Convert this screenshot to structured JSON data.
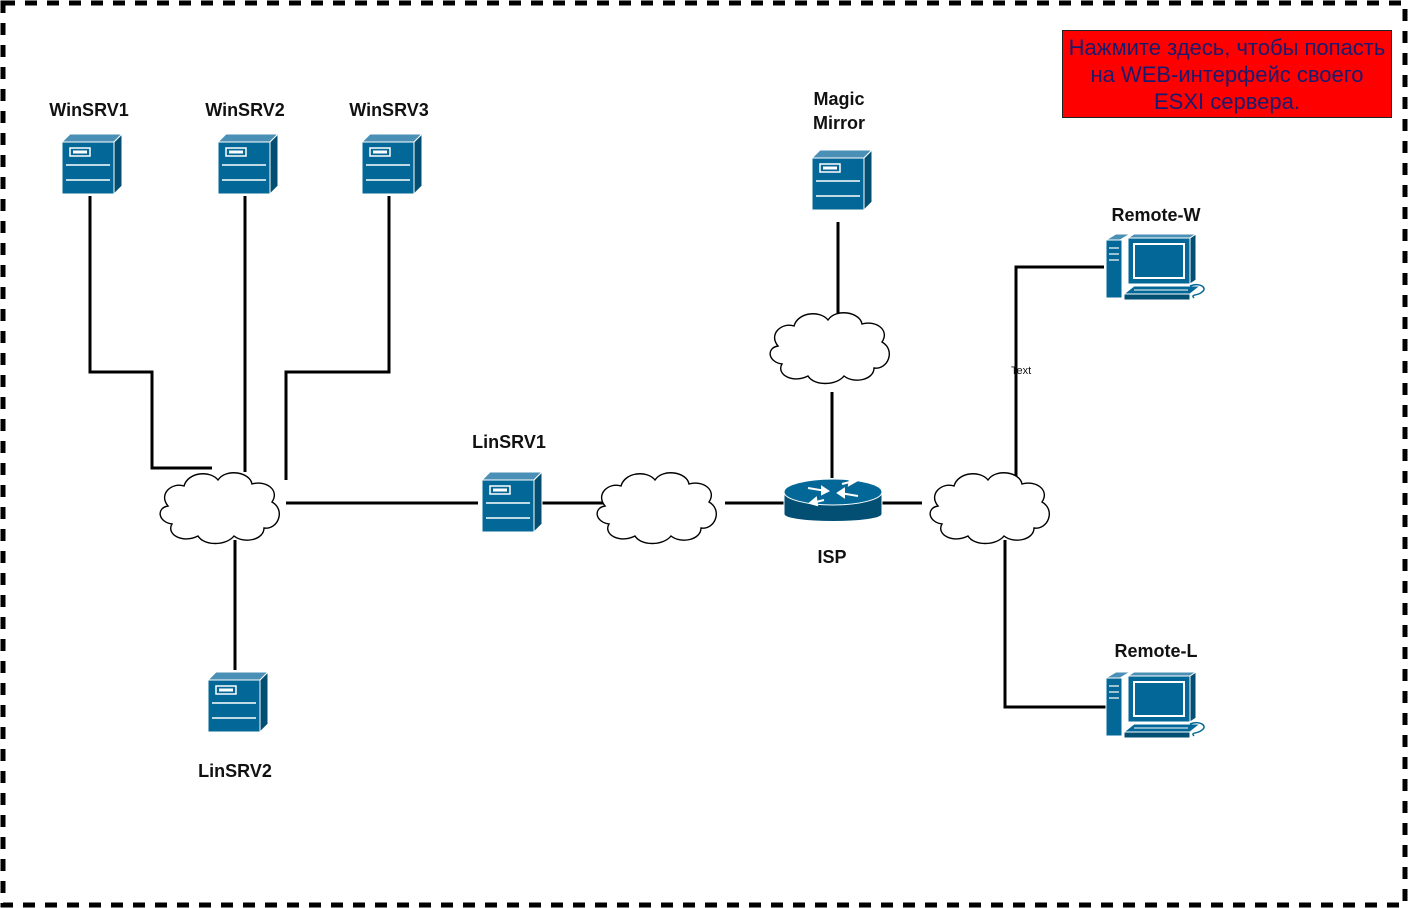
{
  "diagram": {
    "web_link_text": "Нажмите здесь, чтобы попасть на WEB-интерфейс своего ESXI сервера.",
    "line_label": "Text",
    "nodes": {
      "winsrv1": "WinSRV1",
      "winsrv2": "WinSRV2",
      "winsrv3": "WinSRV3",
      "linsrv1": "LinSRV1",
      "linsrv2": "LinSRV2",
      "magic_mirror_line1": "Magic",
      "magic_mirror_line2": "Mirror",
      "isp": "ISP",
      "remote_w": "Remote-W",
      "remote_l": "Remote-L"
    },
    "colors": {
      "icon_fill": "#036897",
      "link_background": "#ff0000",
      "link_text": "#1a1a6e",
      "border": "#000000"
    },
    "icons": [
      "server-icon",
      "cloud-icon",
      "router-icon",
      "workstation-icon"
    ]
  }
}
